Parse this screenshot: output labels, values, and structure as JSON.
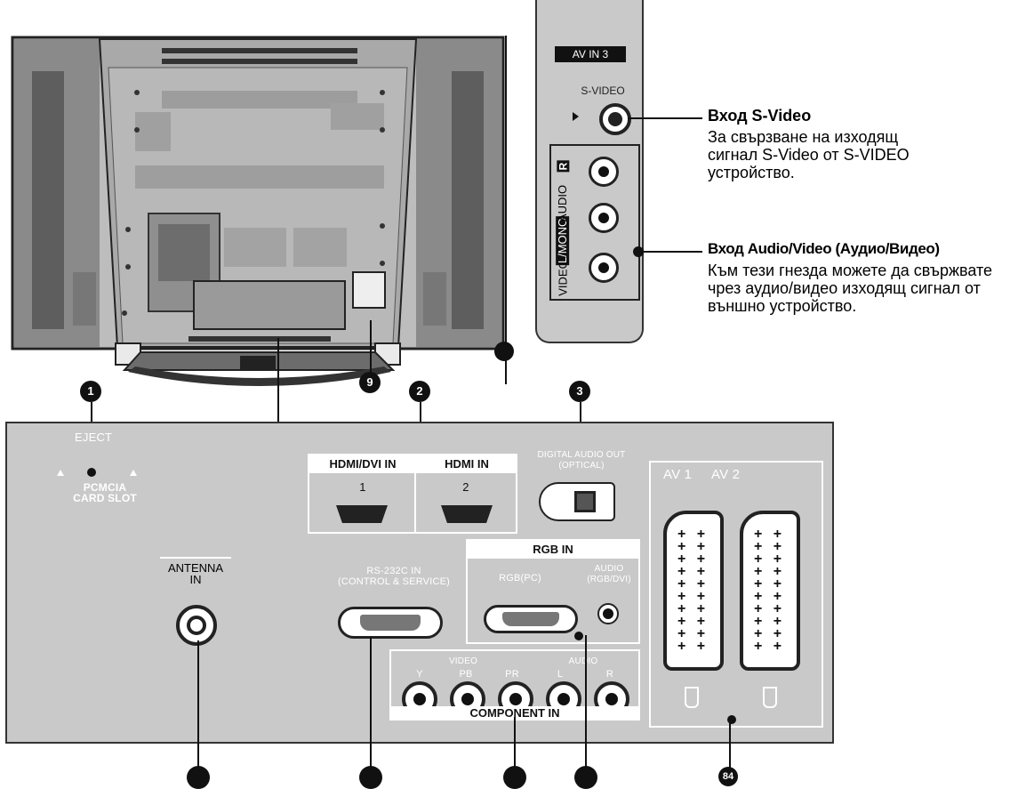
{
  "side_panel": {
    "av_in_3": "AV IN 3",
    "s_video": "S-VIDEO",
    "vertical_label_video": "VIDEO",
    "vertical_label_l_mono": "L/MONO",
    "vertical_label_audio": "AUDIO",
    "vertical_label_r": "R"
  },
  "callouts": {
    "s_video_title": "Вход S-Video",
    "s_video_text": "За свързване на изходящ сигнал S-Video от S-VIDEO устройство.",
    "av_title": "Вход Audio/Video (Аудио/Видео)",
    "av_text": "Към тези гнезда можете да свържвате чрез аудио/видео изходящ сигнал от външно устройство."
  },
  "markers": [
    "1",
    "2",
    "3",
    "9"
  ],
  "rear_panel": {
    "eject": "EJECT",
    "pcmcia": "PCMCIA\nCARD SLOT",
    "hdmi_dvi_in": "HDMI/DVI IN",
    "hdmi_in": "HDMI IN",
    "hdmi_1": "1",
    "hdmi_2": "2",
    "digital_audio_out": "DIGITAL AUDIO OUT\n(OPTICAL)",
    "av_1": "AV 1",
    "av_2": "AV 2",
    "rgb_in": "RGB IN",
    "rgb_pc": "RGB(PC)",
    "audio_rgb_dvi": "AUDIO\n(RGB/DVI)",
    "rs232c": "RS-232C IN\n(CONTROL & SERVICE)",
    "antenna_in": "ANTENNA\nIN",
    "video": "VIDEO",
    "audio": "AUDIO",
    "y": "Y",
    "pb": "PB",
    "pr": "PR",
    "l": "L",
    "r": "R",
    "component_in": "COMPONENT IN"
  },
  "page_number": "84"
}
